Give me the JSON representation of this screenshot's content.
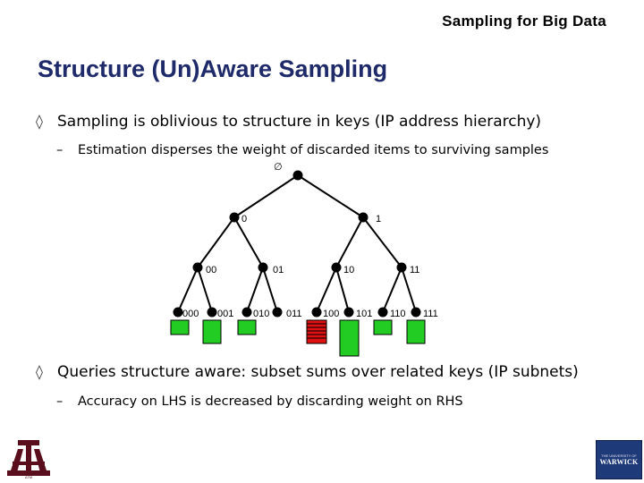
{
  "header": {
    "title": "Sampling for Big Data"
  },
  "slide": {
    "title": "Structure (Un)Aware Sampling",
    "bullet_marker": "◊",
    "dash_marker": "–",
    "bullets": [
      {
        "text": "Sampling is oblivious to structure in keys (IP address hierarchy)"
      },
      {
        "text": "Estimation disperses the weight of discarded items to surviving samples"
      },
      {
        "text": "Queries structure aware: subset sums over related keys (IP subnets)"
      },
      {
        "text": "Accuracy on LHS is decreased by discarding weight on RHS"
      }
    ]
  },
  "tree": {
    "root_label": "∅",
    "level1": [
      "0",
      "1"
    ],
    "level2": [
      "00",
      "01",
      "10",
      "11"
    ],
    "leaves": [
      "000",
      "001",
      "010",
      "011",
      "100",
      "101",
      "110",
      "111"
    ],
    "colors": {
      "sample": "#22cc22",
      "discarded": "#dd1111",
      "node": "#000000"
    }
  },
  "logos": {
    "left": "ATM",
    "right_small": "THE UNIVERSITY OF",
    "right_big": "WARWICK"
  }
}
